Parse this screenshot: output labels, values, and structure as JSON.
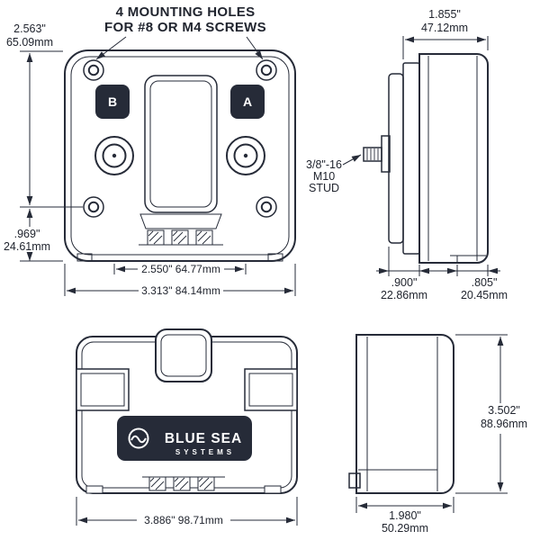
{
  "annotations": {
    "mounting_line1": "4 MOUNTING HOLES",
    "mounting_line2": "FOR #8 OR M4 SCREWS",
    "stud_line1": "3/8\"-16",
    "stud_line2": "M10",
    "stud_line3": "STUD"
  },
  "front_view": {
    "button_b": "B",
    "button_a": "A",
    "height_in": "2.563\"",
    "height_mm": "65.09mm",
    "hole_offset_in": ".969\"",
    "hole_offset_mm": "24.61mm",
    "hole_spacing": "2.550\" 64.77mm",
    "width": "3.313\" 84.14mm"
  },
  "side_view": {
    "depth_in": "1.855\"",
    "depth_mm": "47.12mm",
    "front_depth_in": ".900\"",
    "front_depth_mm": "22.86mm",
    "stud_depth_in": ".805\"",
    "stud_depth_mm": "20.45mm"
  },
  "cover_front": {
    "logo_line1": "BLUE SEA",
    "logo_line2": "SYSTEMS",
    "width": "3.886\" 98.71mm"
  },
  "cover_side": {
    "height_in": "3.502\"",
    "height_mm": "88.96mm",
    "depth_in": "1.980\"",
    "depth_mm": "50.29mm"
  },
  "colors": {
    "line": "#262b38",
    "fill_dark": "#262b38",
    "background": "#ffffff"
  }
}
